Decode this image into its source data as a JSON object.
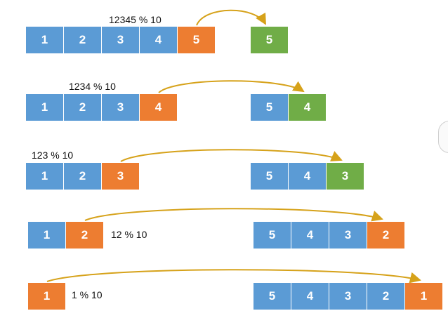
{
  "colors": {
    "digit": "#5b9bd5",
    "current": "#ed7d31",
    "new": "#70ad47",
    "arrow": "#d6a21a"
  },
  "steps": [
    {
      "expression": "12345 % 10",
      "number": [
        "1",
        "2",
        "3",
        "4",
        "5"
      ],
      "result": [
        "5"
      ]
    },
    {
      "expression": "1234 % 10",
      "number": [
        "1",
        "2",
        "3",
        "4"
      ],
      "result": [
        "5",
        "4"
      ]
    },
    {
      "expression": "123 % 10",
      "number": [
        "1",
        "2",
        "3"
      ],
      "result": [
        "5",
        "4",
        "3"
      ]
    },
    {
      "expression": "12 % 10",
      "number": [
        "1",
        "2"
      ],
      "result": [
        "5",
        "4",
        "3",
        "2"
      ]
    },
    {
      "expression": "1 % 10",
      "number": [
        "1"
      ],
      "result": [
        "5",
        "4",
        "3",
        "2",
        "1"
      ]
    }
  ]
}
